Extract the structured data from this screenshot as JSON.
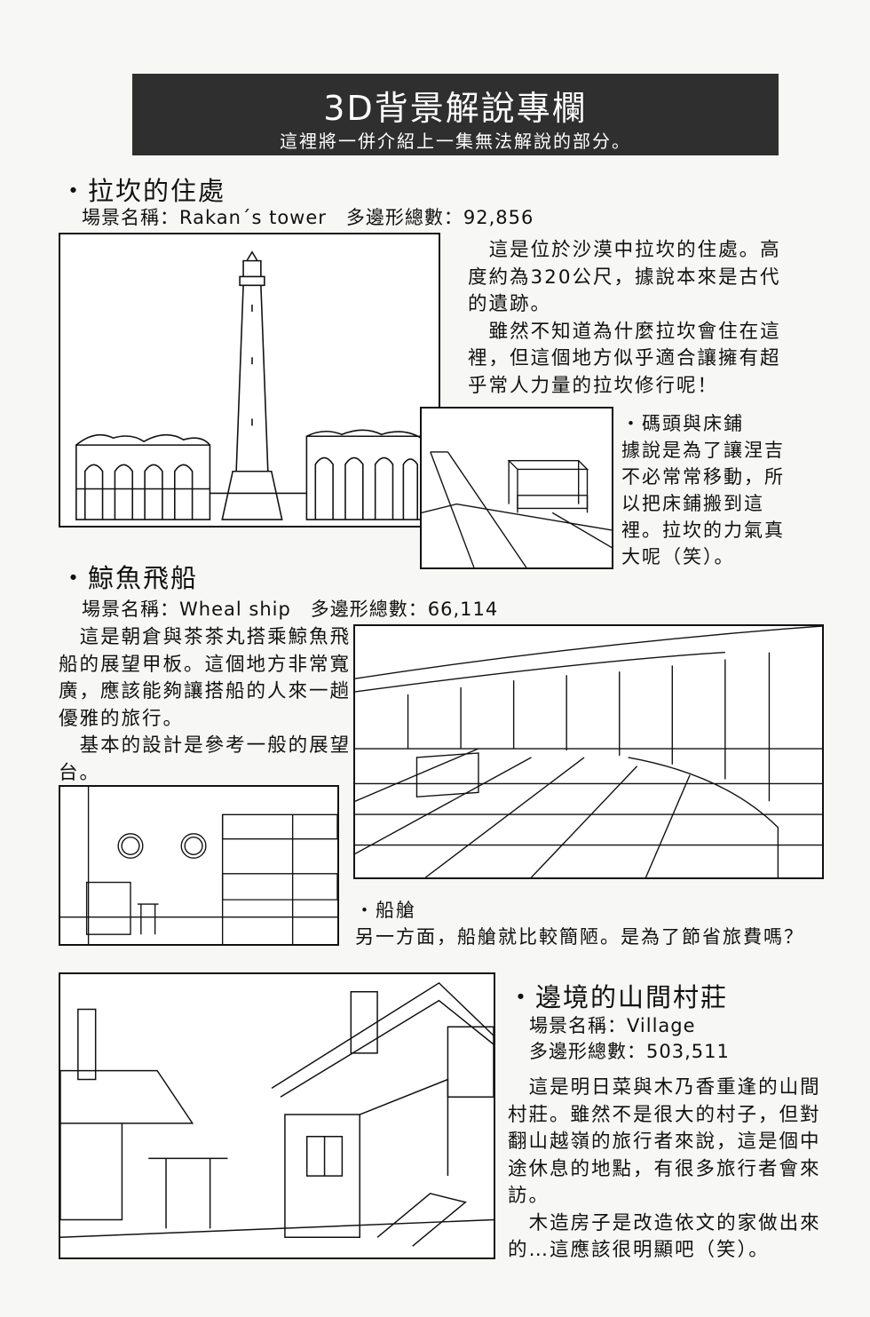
{
  "header": {
    "title": "3D背景解說專欄",
    "subtitle": "這裡將一併介紹上一集無法解說的部分。"
  },
  "sections": [
    {
      "heading": "・拉坎的住處",
      "meta": "場景名稱：Rakan´s tower　多邊形總數：92,856",
      "paragraphs": [
        "這是位於沙漠中拉坎的住處。高度約為320公尺，據說本來是古代的遺跡。",
        "雖然不知道為什麼拉坎會住在這裡，但這個地方似乎適合讓擁有超乎常人力量的拉坎修行呢！"
      ],
      "sub_caption": {
        "title": "・碼頭與床鋪",
        "text": "據說是為了讓涅吉不必常常移動，所以把床鋪搬到這裡。拉坎的力氣真大呢（笑）。"
      }
    },
    {
      "heading": "・鯨魚飛船",
      "meta": "場景名稱：Wheal ship　多邊形總數：66,114",
      "paragraphs": [
        "這是朝倉與茶茶丸搭乘鯨魚飛船的展望甲板。這個地方非常寬廣，應該能夠讓搭船的人來一趟優雅的旅行。",
        "基本的設計是參考一般的展望台。"
      ],
      "sub_caption": {
        "title": "・船艙",
        "text": "另一方面，船艙就比較簡陋。是為了節省旅費嗎？"
      }
    },
    {
      "heading": "・邊境的山間村莊",
      "meta": "場景名稱：Village",
      "meta2": "多邊形總數：503,511",
      "paragraphs": [
        "這是明日菜與木乃香重逢的山間村莊。雖然不是很大的村子，但對翻山越嶺的旅行者來說，這是個中途休息的地點，有很多旅行者會來訪。",
        "木造房子是改造依文的家做出來的…這應該很明顯吧（笑）。"
      ]
    }
  ]
}
